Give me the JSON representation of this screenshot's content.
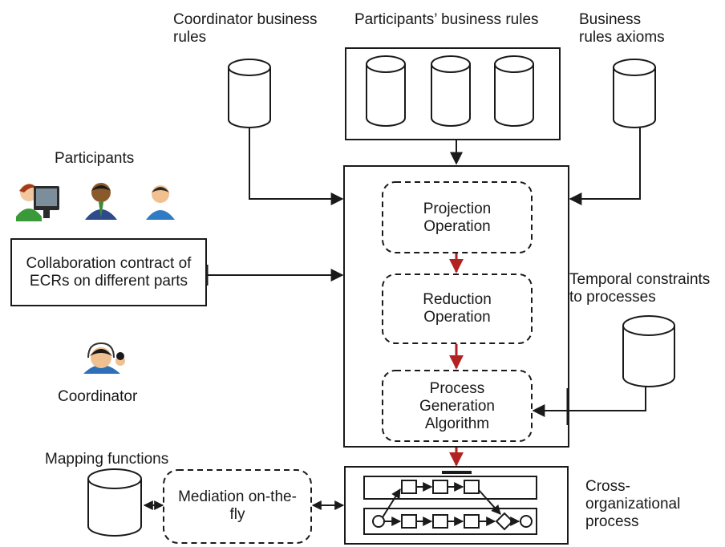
{
  "labels": {
    "coordinator_rules": "Coordinator  business rules",
    "participants_rules": "Participants’ business rules",
    "axioms": "Business rules axioms",
    "participants": "Participants",
    "coordinator": "Coordinator",
    "temporal": "Temporal constraints to processes",
    "mapping": "Mapping functions",
    "cross_org": "Cross-organizational process"
  },
  "boxes": {
    "contract": "Collaboration contract of ECRs on different parts",
    "projection": "Projection Operation",
    "reduction": "Reduction Operation",
    "generation": "Process Generation Algorithm",
    "mediation": "Mediation on-the-fly"
  },
  "colors": {
    "stroke": "#1a1a1a",
    "flow_arrow": "#b22222"
  },
  "icons": [
    "database-icon",
    "participant-at-computer-icon",
    "participant-in-suit-icon",
    "participant-icon",
    "coordinator-headset-icon",
    "bpmn-process-icon"
  ]
}
